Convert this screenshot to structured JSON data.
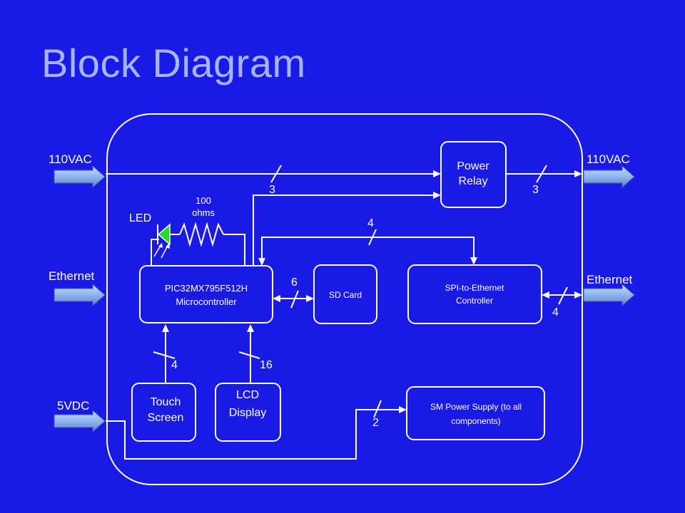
{
  "title": "Block Diagram",
  "io": {
    "in_110vac": "110VAC",
    "out_110vac": "110VAC",
    "in_ethernet": "Ethernet",
    "out_ethernet": "Ethernet",
    "in_5vdc": "5VDC"
  },
  "blocks": {
    "power_relay": [
      "Power",
      "Relay"
    ],
    "mcu": [
      "PIC32MX795F512H",
      "Microcontroller"
    ],
    "sd_card": "SD Card",
    "spi_eth": [
      "SPI-to-Ethernet",
      "Controller"
    ],
    "touch_screen": [
      "Touch",
      "Screen"
    ],
    "lcd_display": [
      "LCD",
      "Display"
    ],
    "sm_power": [
      "SM Power Supply (to all",
      "components)"
    ]
  },
  "led": {
    "label": "LED",
    "resistor": [
      "100",
      "ohms"
    ]
  },
  "bus_widths": {
    "ac_in": "3",
    "ac_out": "3",
    "spi": "4",
    "sd": "6",
    "eth": "4",
    "touch": "4",
    "lcd": "16",
    "power": "2"
  },
  "colors": {
    "background": "#1a1ae6",
    "title": "#a8b4ff",
    "line": "#ffffff",
    "io_arrow": "#8fb4ee"
  }
}
